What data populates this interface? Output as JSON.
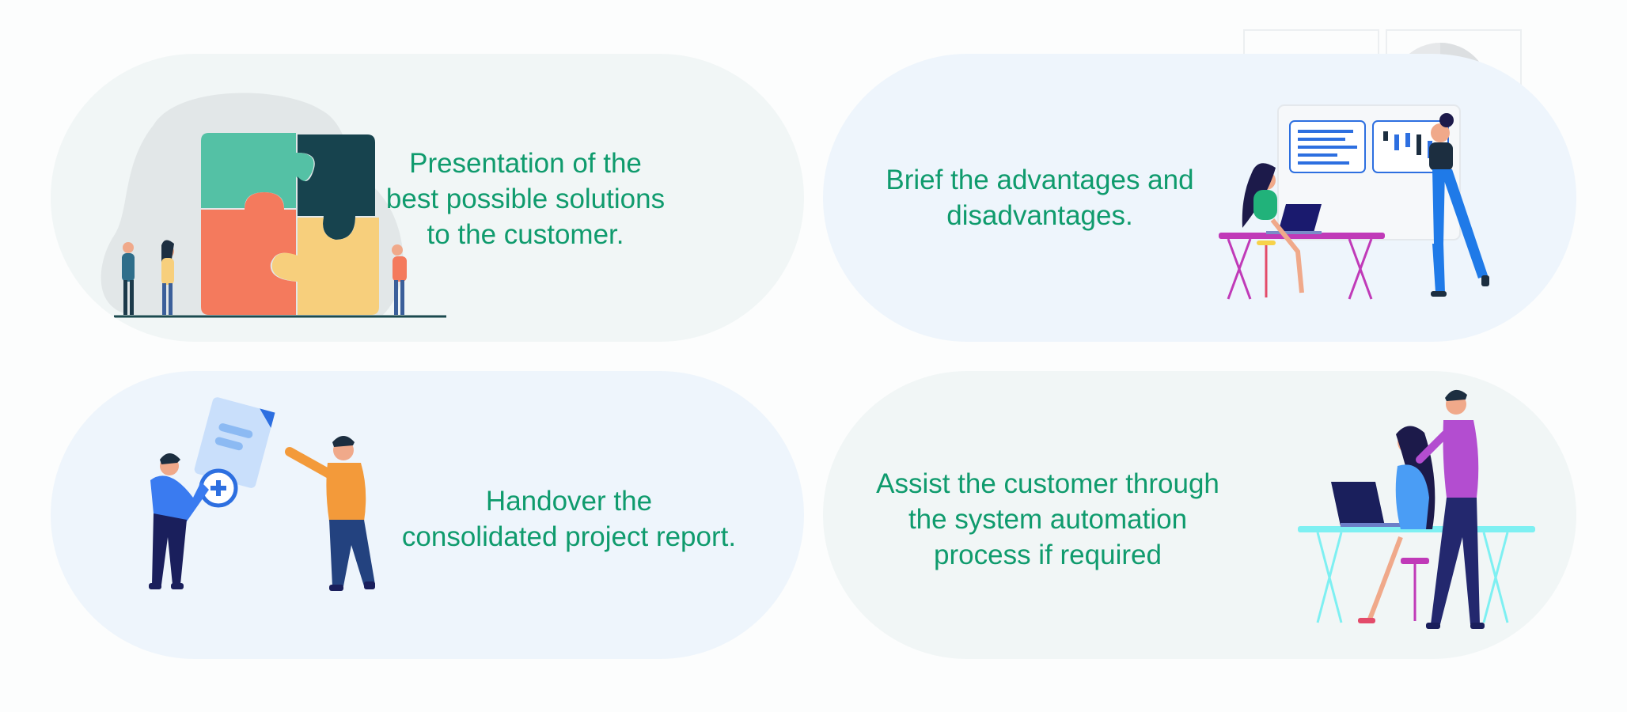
{
  "cards": [
    {
      "lines": [
        "Presentation of the",
        "best possible solutions",
        "to the customer."
      ]
    },
    {
      "lines": [
        "Brief the advantages and",
        "disadvantages."
      ]
    },
    {
      "lines": [
        "Handover the",
        "consolidated project report."
      ]
    },
    {
      "lines": [
        "Assist the customer through",
        "the system automation",
        "process if required"
      ]
    }
  ],
  "colors": {
    "text": "#0f9b6d",
    "card_green": "#f1f6f6",
    "card_blue": "#eef5fc",
    "puzzle_teal": "#54c1a5",
    "puzzle_dark": "#17434e",
    "puzzle_coral": "#f47a5d",
    "puzzle_yellow": "#f7cf7c"
  },
  "icons": [
    "puzzle-team-illustration",
    "presentation-desk-illustration",
    "report-handover-illustration",
    "laptop-assist-illustration"
  ]
}
